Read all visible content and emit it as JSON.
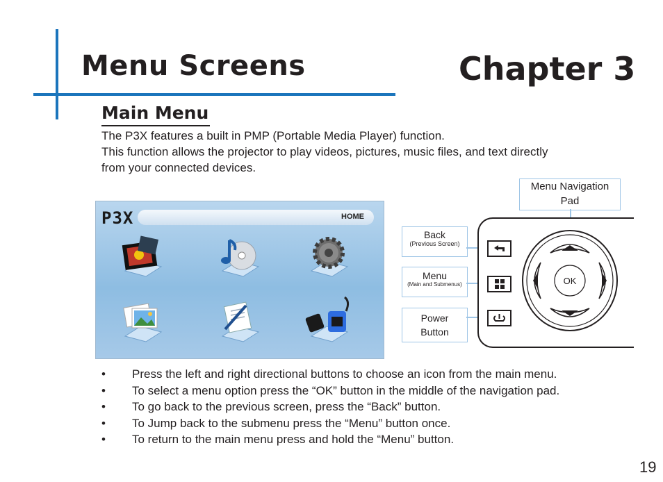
{
  "header": {
    "section_title": "Menu Screens",
    "chapter_title": "Chapter 3"
  },
  "main_menu": {
    "heading": "Main Menu",
    "paragraph_lines": [
      "The P3X features a built in PMP (Portable Media Player) function.",
      "This function allows the projector to play videos, pictures, music files, and text directly",
      "from your connected devices."
    ]
  },
  "screen": {
    "logo": "P3X",
    "home_label": "HOME",
    "icons": [
      "video-icon",
      "music-icon",
      "settings-gear-icon",
      "photo-icon",
      "text-document-icon",
      "connector-cables-icon"
    ]
  },
  "callouts": {
    "nav_pad": [
      "Menu Navigation",
      "Pad"
    ],
    "back": {
      "label": "Back",
      "sub": "(Previous Screen)"
    },
    "menu": {
      "label": "Menu",
      "sub": "(Main and Submenus)"
    },
    "power": [
      "Power",
      "Button"
    ],
    "ok": "OK"
  },
  "bullets": [
    "Press the left and right directional buttons to choose an icon from the main menu.",
    "To select a menu option press the “OK” button in the middle of the navigation pad.",
    "To go back to the previous screen, press the “Back” button.",
    "To Jump back to the submenu press the “Menu” button once.",
    "To return to the main menu press and hold the “Menu” button."
  ],
  "bullet_char": "•",
  "page_number": "19",
  "colors": {
    "accent": "#1b75bc",
    "callout_border": "#9ec5e6",
    "text": "#231f20"
  }
}
